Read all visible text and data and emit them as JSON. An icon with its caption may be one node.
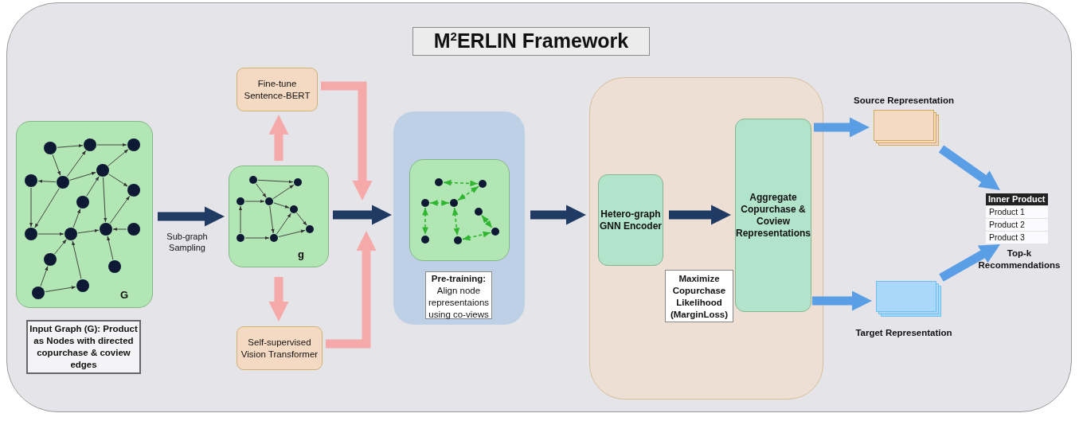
{
  "diagram": {
    "title": "M$^{2}$ERLIN Framework",
    "nodes": [
      {
        "text": [
          "G"
        ],
        "beside": [
          "Input Graph (G): Product as Nodes with directed copurchase & coview edges"
        ]
      },
      {
        "text": [
          "g"
        ]
      },
      {
        "text": [
          "Fine-tune Sentence-BERT"
        ]
      },
      {
        "text": [
          "Self-supervised Vision Transformer"
        ]
      },
      {
        "text": [],
        "shape": "box"
      },
      {
        "text": [],
        "shape": "box",
        "in": 4
      },
      {
        "text": [
          "**Pre-training:** Align node representaions using co-views"
        ],
        "in": 4
      },
      {
        "text": [],
        "shape": "box"
      },
      {
        "text": [
          "Hetero-graph GNN Encoder"
        ],
        "in": 7
      },
      {
        "text": [
          "Aggregate Copurchase & Coview Representations"
        ],
        "in": 7
      },
      {
        "text": [
          "Maximize Copurchase Likelihood (MarginLoss)"
        ],
        "in": 7
      },
      {
        "text": [
          "Source Representation"
        ]
      },
      {
        "text": [
          "Target Representation"
        ]
      },
      {
        "text": [
          "Inner Product",
          "Product 1",
          "Product 2",
          "Product 3"
        ],
        "beside": [
          "Top-k Recommendations"
        ]
      }
    ],
    "edges": [
      {
        "from": 0,
        "to": 1,
        "arrow": "to",
        "label": "Sub-graph Sampling",
        "color": "#1f3b63"
      },
      {
        "from": 1,
        "to": 2,
        "arrow": "to",
        "color": "#f6a9a9"
      },
      {
        "from": 1,
        "to": 3,
        "arrow": "to",
        "color": "#f6a9a9"
      },
      {
        "from": 2,
        "to": 4,
        "arrow": "to",
        "color": "#f6a9a9"
      },
      {
        "from": 3,
        "to": 4,
        "arrow": "to",
        "color": "#f6a9a9"
      },
      {
        "from": 1,
        "to": 4,
        "arrow": "to",
        "color": "#1f3b63"
      },
      {
        "from": 4,
        "to": 7,
        "arrow": "to",
        "color": "#1f3b63"
      },
      {
        "from": 8,
        "to": 9,
        "arrow": "to",
        "color": "#1f3b63"
      },
      {
        "from": 9,
        "to": 11,
        "arrow": "to",
        "color": "#5a9ee6"
      },
      {
        "from": 9,
        "to": 12,
        "arrow": "to",
        "color": "#5a9ee6"
      },
      {
        "from": 11,
        "to": 13,
        "arrow": "to",
        "color": "#5a9ee6"
      },
      {
        "from": 12,
        "to": 13,
        "arrow": "to",
        "color": "#5a9ee6"
      }
    ]
  }
}
